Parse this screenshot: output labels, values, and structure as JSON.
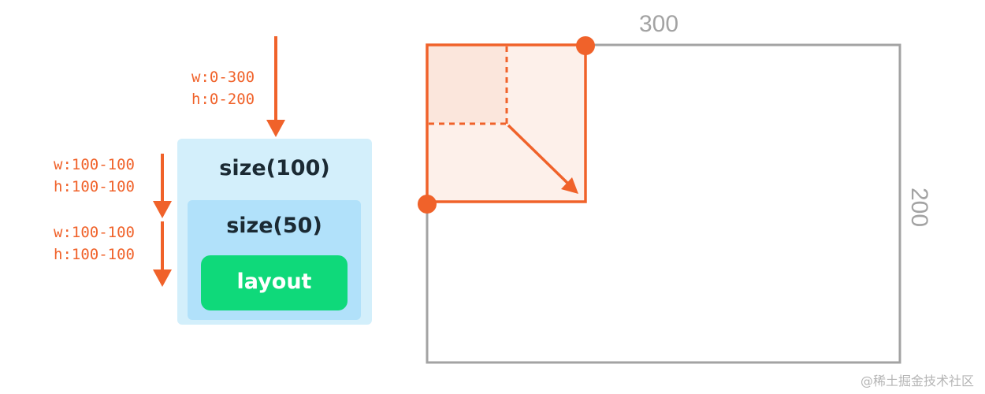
{
  "constraints": {
    "incoming": {
      "w": "w:0-300",
      "h": "h:0-200"
    },
    "first": {
      "w": "w:100-100",
      "h": "h:100-100"
    },
    "second": {
      "w": "w:100-100",
      "h": "h:100-100"
    }
  },
  "modifiers": {
    "outer": "size(100)",
    "inner": "size(50)",
    "leaf": "layout"
  },
  "canvas": {
    "width_label": "300",
    "height_label": "200"
  },
  "colors": {
    "accent": "#f0622a",
    "outer_box": "#d3effb",
    "inner_box": "#b1e1fa",
    "layout_pill": "#0fd97a",
    "frame": "#a3a3a3"
  },
  "watermark": "@稀土掘金技术社区"
}
